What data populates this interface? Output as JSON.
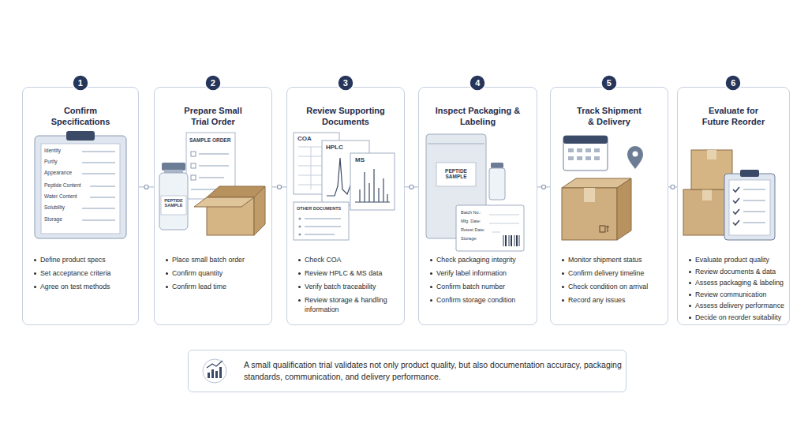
{
  "diagram": {
    "nodes": [
      {
        "text": [
          "Confirm Specifications",
          "Define product specs",
          "Set acceptance criteria",
          "Agree on test methods"
        ]
      },
      {
        "text": [
          "1"
        ],
        "in": 0
      },
      {
        "text": [
          "Prepare Small Trial Order",
          "Place small batch order",
          "Confirm quantity",
          "Confirm lead time"
        ]
      },
      {
        "text": [
          "2"
        ],
        "in": 2
      },
      {
        "text": [
          "Review Supporting Documents",
          "Check COA",
          "Review HPLC & MS data",
          "Verify batch traceability",
          "Review storage & handling information"
        ]
      },
      {
        "text": [
          "3"
        ],
        "in": 4
      },
      {
        "text": [
          "Inspect Packaging & Labeling",
          "Check packaging integrity",
          "Verify label information",
          "Confirm batch number",
          "Confirm storage condition"
        ]
      },
      {
        "text": [
          "4"
        ],
        "in": 6
      },
      {
        "text": [
          "Track Shipment & Delivery",
          "Monitor shipment status",
          "Confirm delivery timeline",
          "Check condition on arrival",
          "Record any issues"
        ]
      },
      {
        "text": [
          "5"
        ],
        "in": 8
      },
      {
        "text": [
          "Evaluate for Future Reorder",
          "Evaluate product quality",
          "Review documents & data",
          "Assess packaging & labeling",
          "Review communication",
          "Assess delivery performance",
          "Decide on reorder suitability"
        ]
      },
      {
        "text": [
          "6"
        ],
        "in": 10
      },
      {
        "text": [
          "A small qualification trial validates not only product quality, but also documentation accuracy, packaging standards, communication, and delivery performance."
        ]
      }
    ],
    "edges": [
      {
        "from": 0,
        "to": 2,
        "arrow": "none"
      },
      {
        "from": 2,
        "to": 4,
        "arrow": "none"
      },
      {
        "from": 4,
        "to": 6,
        "arrow": "none"
      },
      {
        "from": 6,
        "to": 8,
        "arrow": "none"
      },
      {
        "from": 8,
        "to": 10,
        "arrow": "none"
      }
    ],
    "labels": [
      "Identity",
      "Purity",
      "Appearance",
      "Peptide Content",
      "Water Content",
      "Solubility",
      "Storage",
      "SAMPLE ORDER",
      "PEPTIDE SAMPLE",
      "COA",
      "HPLC",
      "MS",
      "OTHER DOCUMENTS",
      "PEPTIDE SAMPLE",
      "Batch No.:",
      "Mfg. Date:",
      "Retest Date:",
      "Storage:"
    ]
  }
}
